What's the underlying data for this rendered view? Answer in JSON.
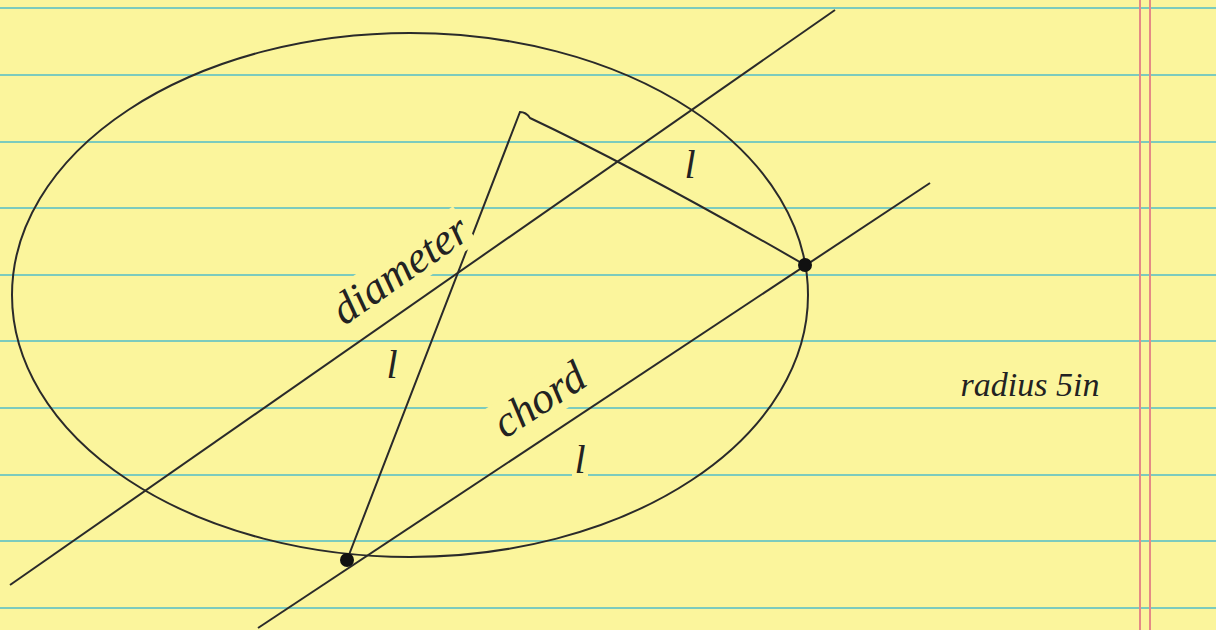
{
  "diagram": {
    "labels": [
      "diameter",
      "l",
      "chord",
      "l",
      "l",
      "radius 5in"
    ]
  }
}
